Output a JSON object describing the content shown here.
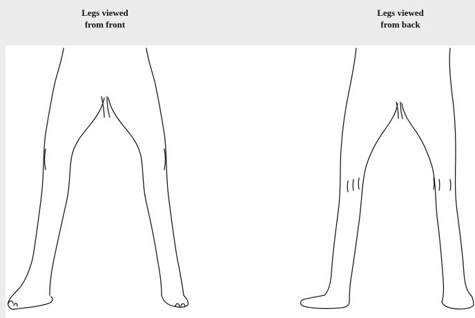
{
  "labels": {
    "front": {
      "line1": "Legs viewed",
      "line2": "from front"
    },
    "back": {
      "line1": "Legs viewed",
      "line2": "from back"
    }
  },
  "colors": {
    "background": "#ececec",
    "diagram_area": "#ffffff",
    "stroke": "#1a1a1a"
  }
}
